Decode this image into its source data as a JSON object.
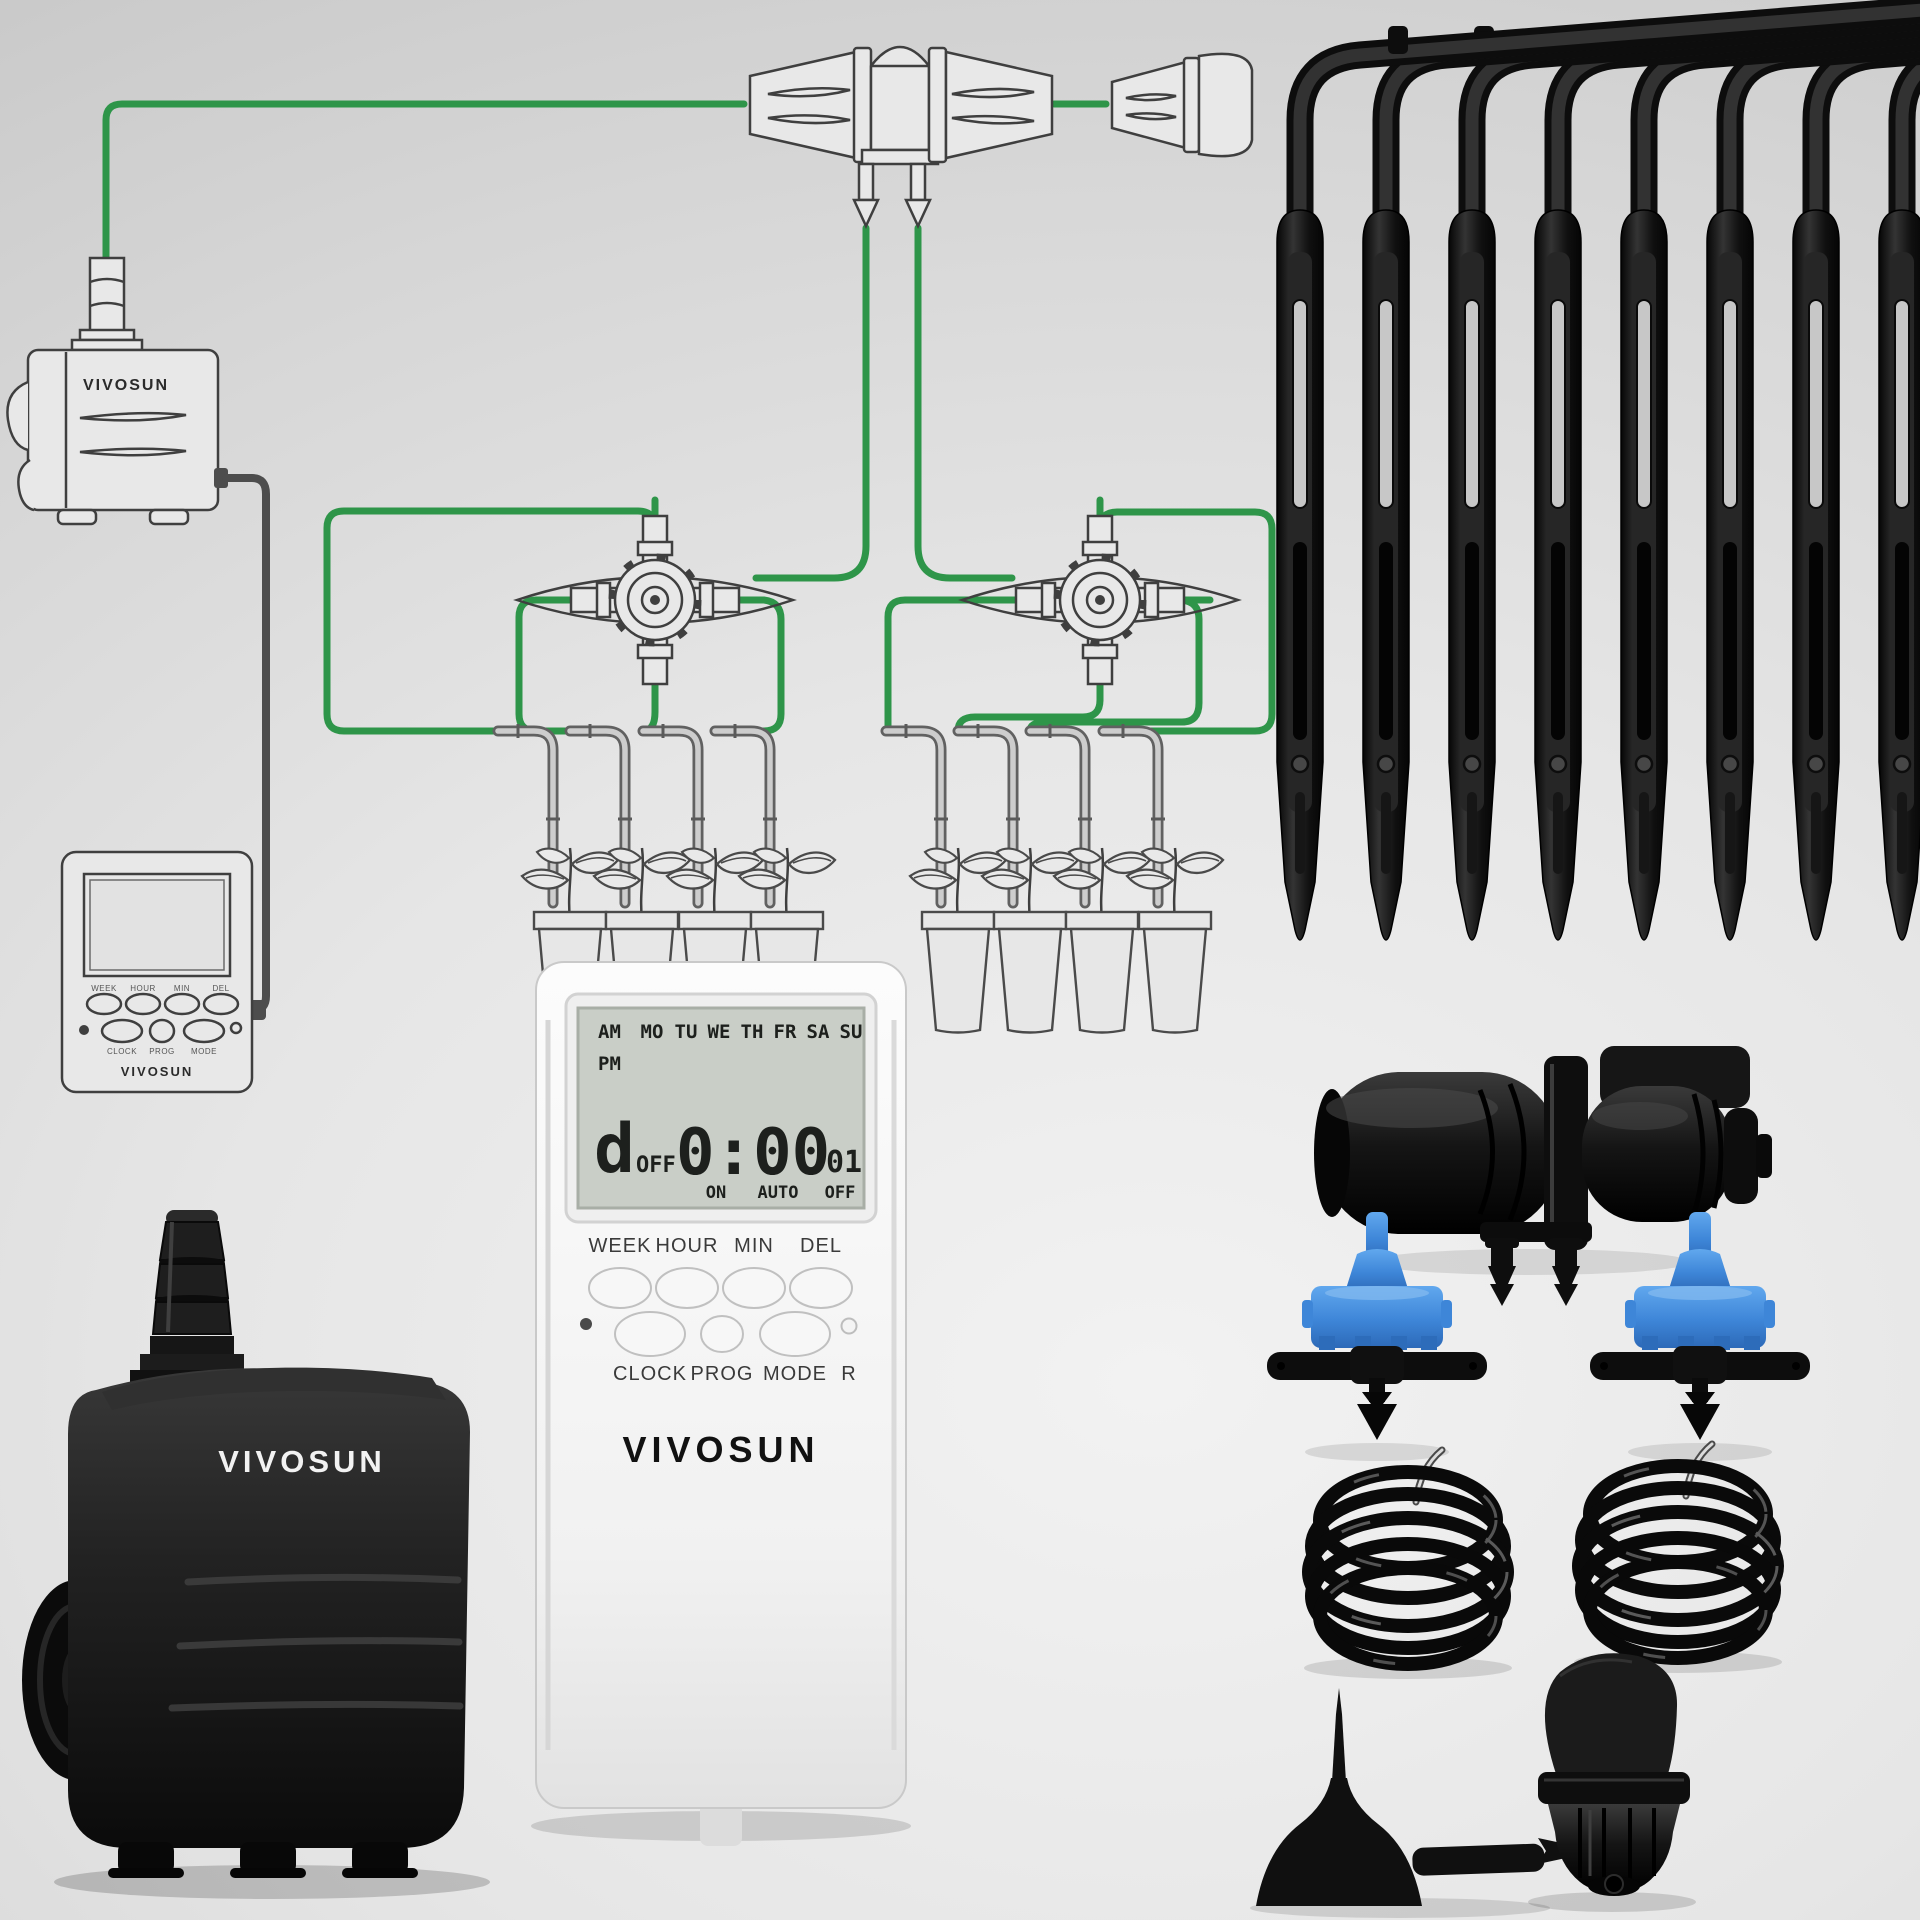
{
  "brand": "VIVOSUN",
  "colors": {
    "tube_green": "#2e9549",
    "dripper_blue": "#3e86d8",
    "product_black": "#111111",
    "lcd_background": "#c9cec7",
    "background_gray": "#d9d9d9"
  },
  "counts": {
    "drip_stakes": 8,
    "plants": 8,
    "pots": 8,
    "drippers": 2,
    "tubing_coils": 2,
    "splitters": 2
  },
  "diagram": {
    "pump_brand": "VIVOSUN",
    "timer_brand": "VIVOSUN",
    "timer_buttons_row1": [
      "WEEK",
      "HOUR",
      "MIN",
      "DEL"
    ],
    "timer_buttons_row2": [
      "CLOCK",
      "PROG",
      "MODE"
    ]
  },
  "pump_product": {
    "brand": "VIVOSUN"
  },
  "timer_product": {
    "brand": "VIVOSUN",
    "lcd": {
      "am": "AM",
      "pm": "PM",
      "days": [
        "MO",
        "TU",
        "WE",
        "TH",
        "FR",
        "SA",
        "SU"
      ],
      "d_char": "d",
      "d_state": "OFF",
      "time": "0:00",
      "counter": "01",
      "modes": [
        "ON",
        "AUTO",
        "OFF"
      ]
    },
    "row1": [
      "WEEK",
      "HOUR",
      "MIN",
      "DEL"
    ],
    "row2": [
      "CLOCK",
      "PROG",
      "MODE",
      "R"
    ]
  }
}
